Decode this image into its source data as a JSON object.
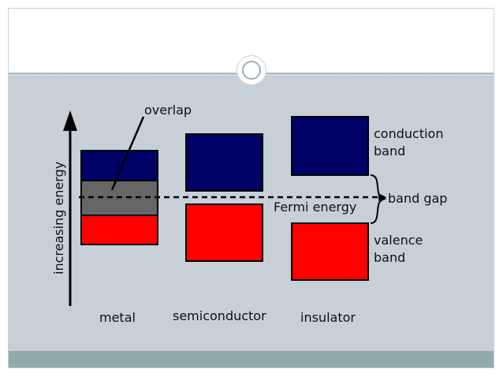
{
  "diagram": {
    "axis_label": "increasing energy",
    "overlap_label": "overlap",
    "fermi_label": "Fermi energy",
    "conduction_label_line1": "conduction",
    "conduction_label_line2": "band",
    "band_gap_label": "band gap",
    "valence_label_line1": "valence",
    "valence_label_line2": "band",
    "materials": {
      "metal": "metal",
      "semiconductor": "semiconductor",
      "insulator": "insulator"
    },
    "colors": {
      "conduction_band": "#000066",
      "valence_band": "#ff0000",
      "overlap": "#666666",
      "slide_background": "#c7d0d6",
      "footer": "#8fabab"
    }
  }
}
